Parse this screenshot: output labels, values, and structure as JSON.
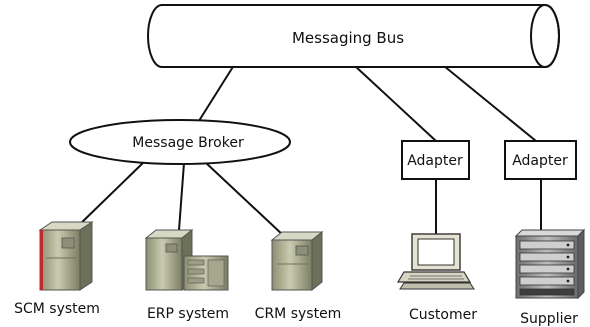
{
  "diagram": {
    "bus": {
      "label": "Messaging Bus"
    },
    "broker": {
      "label": "Message Broker"
    },
    "adapters": [
      {
        "label": "Adapter"
      },
      {
        "label": "Adapter"
      }
    ],
    "nodes": [
      {
        "label": "SCM system",
        "icon": "server-tower-icon"
      },
      {
        "label": "ERP system",
        "icon": "server-cluster-icon"
      },
      {
        "label": "CRM system",
        "icon": "server-tower-icon"
      },
      {
        "label": "Customer",
        "icon": "desktop-computer-icon"
      },
      {
        "label": "Supplier",
        "icon": "server-rack-icon"
      }
    ]
  }
}
